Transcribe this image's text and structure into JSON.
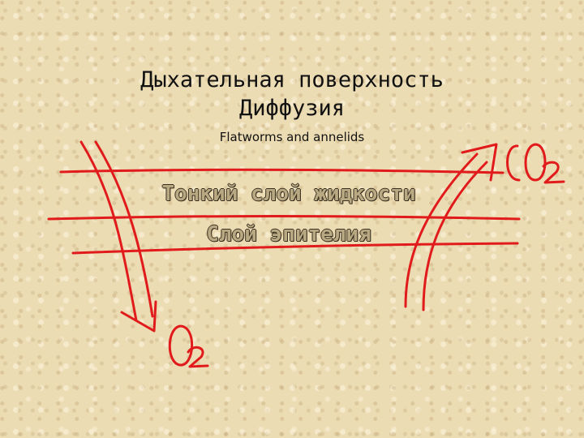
{
  "title_line1": "Дыхательная поверхность",
  "title_line2": "Диффузия",
  "subtitle": "Flatworms and annelids",
  "layers": {
    "fluid": "Тонкий слой жидкости",
    "epithelium": "Слой эпителия"
  },
  "gas_in": "O2",
  "gas_out": "CO2",
  "ink_color": "#e11b1b"
}
